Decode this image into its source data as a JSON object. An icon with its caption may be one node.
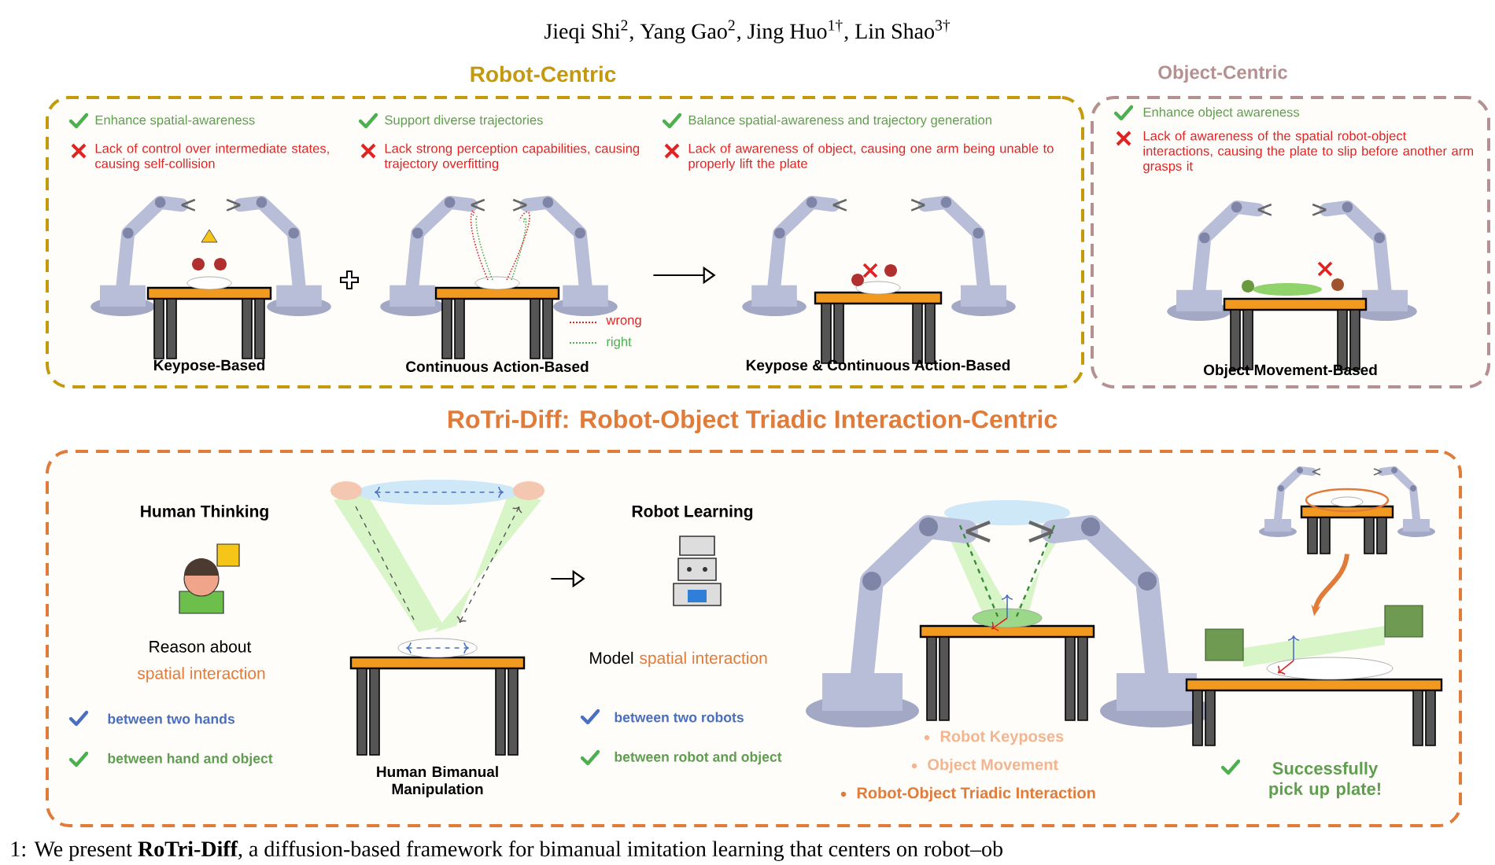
{
  "diagram": {
    "caption": "1: We present **RoTri-Diff**, a diffusion-based framework for bimanual imitation learning that centers on robot–ob",
    "nodes": [
      {
        "text": [
          "Robot-Centric"
        ]
      },
      {
        "text": [
          "Enhance spatial-awareness",
          "Lack of control over intermediate states, causing self-collision",
          "Keypose-Based"
        ],
        "in": 0
      },
      {
        "text": [
          "Support diverse trajectories",
          "Lack strong perception capabilities, causing trajectory overfitting",
          "Continuous Action-Based"
        ],
        "in": 0
      },
      {
        "text": [
          "Balance spatial-awareness and trajectory generation",
          "Lack of awareness of object, causing one arm being unable to properly lift the plate",
          "Keypose & Continuous Action-Based"
        ],
        "in": 0
      },
      {
        "text": [
          "Object-Centric",
          "Enhance object awareness",
          "Lack of awareness of the spatial robot-object interactions, causing the plate to slip before another arm grasps it",
          "Object Movement-Based"
        ]
      },
      {
        "text": [
          "RoTri-Diff: Robot-Object Triadic Interaction-Centric"
        ]
      },
      {
        "text": [
          "Human Thinking",
          "Reason about",
          "spatial interaction",
          "between two hands",
          "between hand and object"
        ],
        "in": 5
      },
      {
        "text": [
          "Human Bimanual Manipulation"
        ],
        "in": 5
      },
      {
        "text": [
          "Robot Learning",
          "Model",
          "spatial interaction",
          "between two robots",
          "between robot and object"
        ],
        "in": 5
      },
      {
        "text": [
          "Robot Keyposes",
          "Object Movement",
          "Robot-Object Triadic Interaction"
        ],
        "in": 5
      },
      {
        "text": [],
        "shape": "picture",
        "in": 5
      },
      {
        "text": [
          "Successfully pick up plate!"
        ],
        "in": 5
      }
    ],
    "edges": [
      {
        "from": 2,
        "to": 3,
        "arrow": "to"
      },
      {
        "from": 7,
        "to": 8,
        "arrow": "to"
      },
      {
        "from": 10,
        "to": 11,
        "arrow": "to",
        "style": "thick",
        "color": "#e07b39"
      }
    ],
    "labels": [
      "Jieqi Shi$^{2}$, Yang Gao$^{2}$, Jing Huo$^{1†}$, Lin Shao$^{3†}$"
    ],
    "legend": [
      {
        "text": "wrong"
      },
      {
        "text": "right"
      }
    ]
  }
}
